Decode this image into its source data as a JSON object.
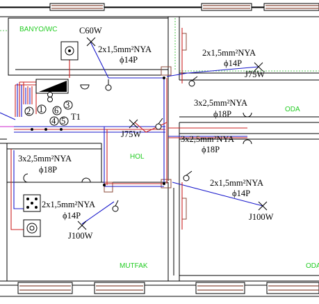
{
  "rooms": {
    "banyo": "BANYO/WC",
    "oda_top": "ODA",
    "hol": "HOL",
    "mutfak": "MUTFAK",
    "oda_bottom": "ODA"
  },
  "fixtures": {
    "c60w": "C60W",
    "j75w_right": "J75W",
    "j75w_left": "J75W",
    "j100w_right": "J100W",
    "j100w_left": "J100W",
    "t1": "T1"
  },
  "cables": {
    "banyo_line1": "2x1,5mm²NYA",
    "banyo_line2": "ϕ14P",
    "oda_line1": "2x1,5mm²NYA",
    "oda_line2": "ϕ14P",
    "mid_a_line1": "3x2,5mm²NYA",
    "mid_a_line2": "ϕ18P",
    "mid_b_line1": "3x2,5mm²NYA",
    "mid_b_line2": "ϕ18P",
    "left_line1": "3x2,5mm²NYA",
    "left_line2": "ϕ18P",
    "oda2_line1": "2x1,5mm²NYA",
    "oda2_line2": "ϕ14P",
    "mutfak_line1": "2x1,5mm²NYA",
    "mutfak_line2": "ϕ14P"
  },
  "panel_circuits": [
    "1",
    "2",
    "3",
    "4",
    "5",
    "6"
  ],
  "colors": {
    "wire_blue": "#1a1acc",
    "wire_red": "#cc2222",
    "room_label": "#22cc22",
    "window_frame": "#8b4a3a",
    "dashed_line": "#22bb22",
    "magenta_line": "#cc22cc"
  }
}
